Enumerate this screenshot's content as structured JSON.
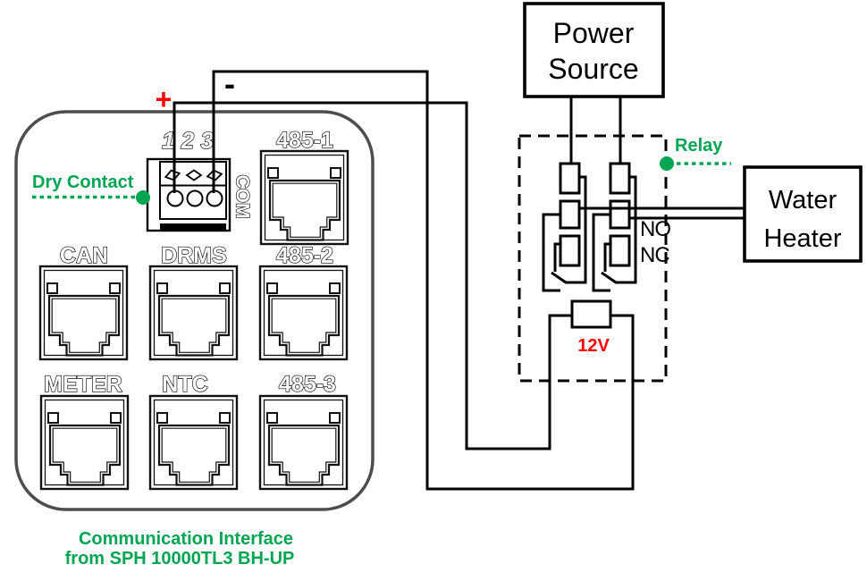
{
  "caption": {
    "line1": "Communication Interface",
    "line2": "from SPH 10000TL3 BH-UP"
  },
  "comm_interface": {
    "dry_contact_label": "Dry Contact",
    "terminal_numbers": "1 2 3",
    "com_label": "COM",
    "plus": "+",
    "minus": "-",
    "ports": [
      {
        "label": "485-1"
      },
      {
        "label": "CAN"
      },
      {
        "label": "DRMS"
      },
      {
        "label": "485-2"
      },
      {
        "label": "METER"
      },
      {
        "label": "NTC"
      },
      {
        "label": "485-3"
      }
    ]
  },
  "relay": {
    "label": "Relay",
    "coil_voltage": "12V",
    "no_label": "NO",
    "nc_label": "NC"
  },
  "power_source": {
    "lines": [
      "Power",
      "Source"
    ]
  },
  "water_heater": {
    "lines": [
      "Water",
      "Heater"
    ]
  },
  "colors": {
    "green": "#00a651",
    "red": "#ff0000",
    "wire_black": "#000000",
    "enclosure_gray": "#4d4d4d"
  }
}
